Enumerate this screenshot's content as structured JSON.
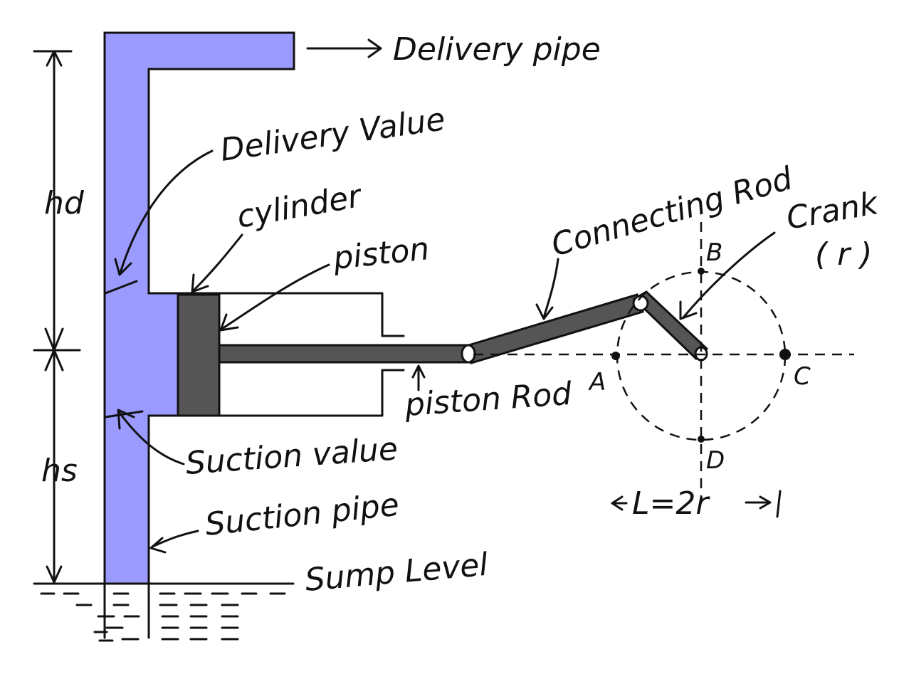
{
  "colors": {
    "water": "#9b9bff",
    "metal": "#555555",
    "ink": "#111111"
  },
  "labels": {
    "delivery_pipe": "Delivery pipe",
    "delivery_valve": "Delivery Value",
    "cylinder": "cylinder",
    "piston": "piston",
    "connecting_rod": "Connecting Rod",
    "crank": "Crank",
    "crank_r": "( r )",
    "piston_rod": "piston Rod",
    "suction_valve": "Suction value",
    "suction_pipe": "Suction pipe",
    "sump_level": "Sump Level",
    "hd": "hd",
    "hs": "hs",
    "point_a": "A",
    "point_b": "B",
    "point_c": "C",
    "point_d": "D",
    "stroke_length": "L=2r"
  }
}
